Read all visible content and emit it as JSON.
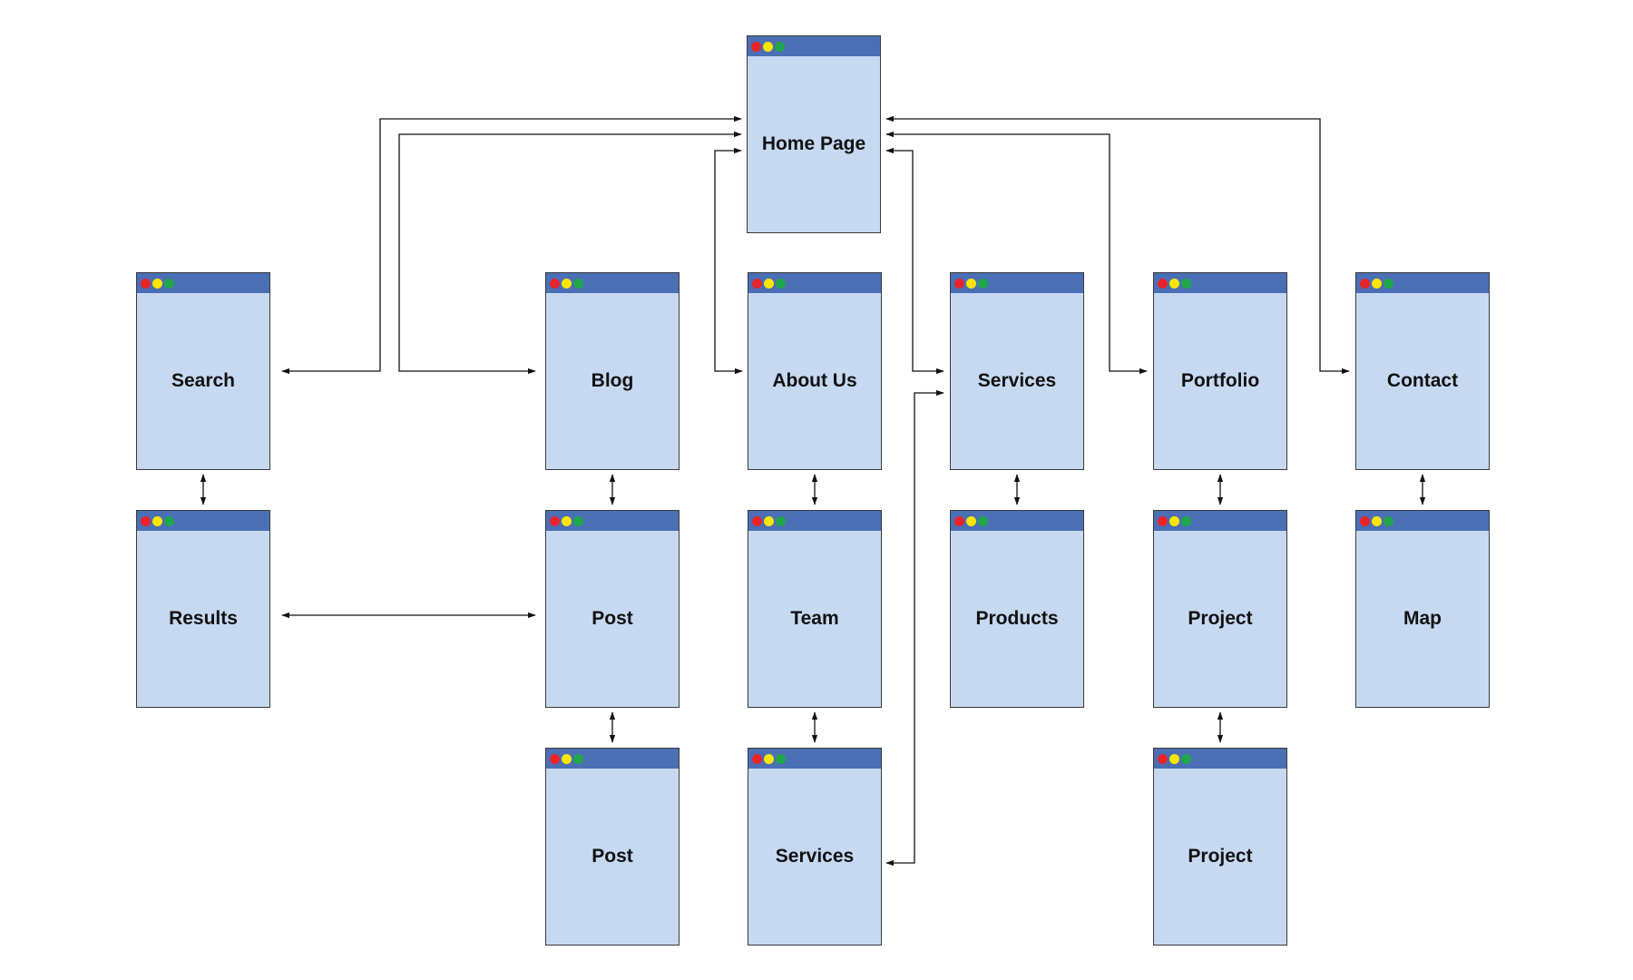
{
  "colors": {
    "page_fill": "#c6d9f1",
    "titlebar": "#4a6fb5",
    "dot_red": "#e8232a",
    "dot_yellow": "#ffe600",
    "dot_green": "#1fa64b",
    "connector": "#111111"
  },
  "pages": {
    "home": "Home Page",
    "search": "Search",
    "results": "Results",
    "blog": "Blog",
    "post_1": "Post",
    "post_2": "Post",
    "about": "About Us",
    "team": "Team",
    "team_services": "Services",
    "services": "Services",
    "products": "Products",
    "portfolio": "Portfolio",
    "project_1": "Project",
    "project_2": "Project",
    "contact": "Contact",
    "map": "Map"
  },
  "connections": [
    {
      "from": "home",
      "to": "search"
    },
    {
      "from": "home",
      "to": "blog"
    },
    {
      "from": "home",
      "to": "about"
    },
    {
      "from": "home",
      "to": "services"
    },
    {
      "from": "home",
      "to": "portfolio"
    },
    {
      "from": "home",
      "to": "contact"
    },
    {
      "from": "search",
      "to": "results"
    },
    {
      "from": "results",
      "to": "post_1"
    },
    {
      "from": "blog",
      "to": "post_1"
    },
    {
      "from": "post_1",
      "to": "post_2"
    },
    {
      "from": "about",
      "to": "team"
    },
    {
      "from": "team",
      "to": "team_services"
    },
    {
      "from": "team_services",
      "to": "services"
    },
    {
      "from": "services",
      "to": "products"
    },
    {
      "from": "portfolio",
      "to": "project_1"
    },
    {
      "from": "project_1",
      "to": "project_2"
    },
    {
      "from": "contact",
      "to": "map"
    }
  ]
}
